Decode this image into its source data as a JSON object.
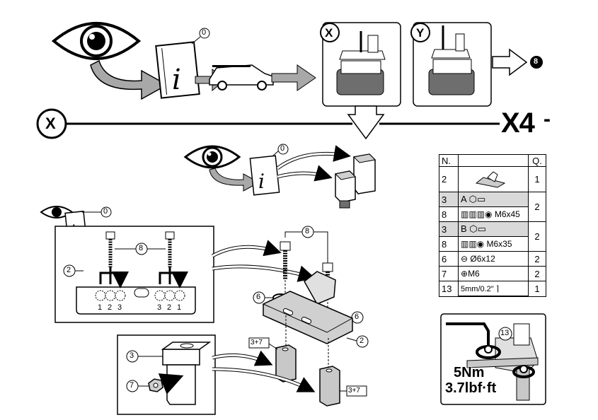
{
  "step_marker": "X4",
  "step_suffix": "-",
  "variant_x": "X",
  "variant_y": "Y",
  "section_label": "X",
  "next_step": "8",
  "manual_ref": "0",
  "parts_table": {
    "headers": [
      "N.",
      "",
      "Q."
    ],
    "rows": [
      {
        "n": "2",
        "desc": "",
        "q": "1"
      },
      {
        "n": "3",
        "desc": "A",
        "q": "2"
      },
      {
        "n": "8",
        "desc": "M6x45",
        "q": ""
      },
      {
        "n": "3",
        "desc": "B",
        "q": "2"
      },
      {
        "n": "8",
        "desc": "M6x35",
        "q": ""
      },
      {
        "n": "6",
        "desc": "Ø6x12",
        "q": "2"
      },
      {
        "n": "7",
        "desc": "M6",
        "q": "2"
      },
      {
        "n": "13",
        "desc": "5mm/0.2\"",
        "q": "1"
      }
    ]
  },
  "callouts": {
    "bolt": "8",
    "plate": "2",
    "washer": "6",
    "foot": "3",
    "nut": "7",
    "foot_combo": "3+7",
    "tool": "13"
  },
  "slot_numbers": [
    "1",
    "2",
    "3",
    "3",
    "2",
    "1"
  ],
  "torque": {
    "nm": "5Nm",
    "lbf": "3.7lbf·ft"
  },
  "colors": {
    "line": "#000000",
    "arrow_fill": "#a8a8a8",
    "shade": "#d9d9d9",
    "part_grey": "#8c8c8c"
  }
}
